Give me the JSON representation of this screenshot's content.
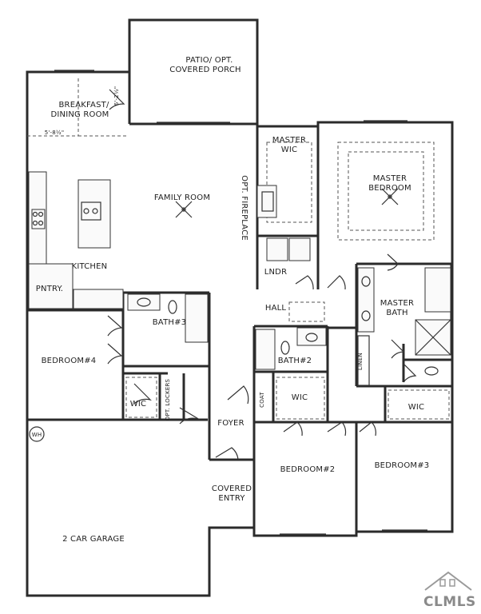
{
  "plan": {
    "rooms": {
      "patio": [
        "PATIO/ OPT.",
        "COVERED PORCH"
      ],
      "breakfast": [
        "BREAKFAST/",
        "DINING ROOM"
      ],
      "breakfast_dims": [
        "6'-2½\"",
        "5'-8½\""
      ],
      "family_room": "FAMILY ROOM",
      "fireplace": "OPT. FIREPLACE",
      "kitchen": "KITCHEN",
      "pantry": "PNTRY.",
      "master_wic": [
        "MASTER",
        "WIC"
      ],
      "master_bedroom": [
        "MASTER",
        "BEDROOM"
      ],
      "lndr": "LNDR",
      "hall": "HALL",
      "master_bath": [
        "MASTER",
        "BATH"
      ],
      "linen": "LINEN",
      "bath3": "BATH#3",
      "bedroom4": "BEDROOM#4",
      "wic4": "WIC",
      "opt_lockers": "OPT. LOCKERS",
      "bath2": "BATH#2",
      "coat": "COAT",
      "wic2": "WIC",
      "wic3": "WIC",
      "foyer": "FOYER",
      "wh": "WH",
      "bedroom2": "BEDROOM#2",
      "bedroom3": "BEDROOM#3",
      "covered_entry": [
        "COVERED",
        "ENTRY"
      ],
      "garage": "2 CAR GARAGE"
    },
    "watermark": "CLMLS"
  }
}
